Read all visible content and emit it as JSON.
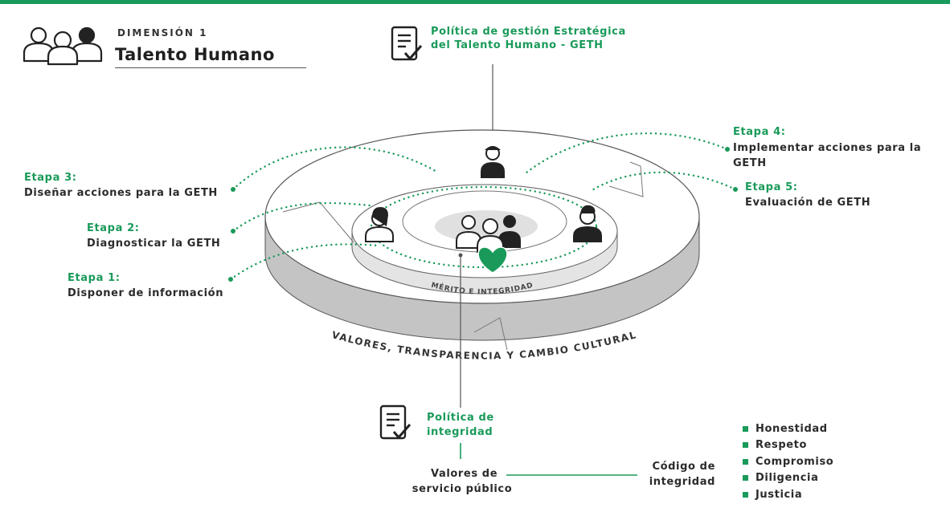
{
  "header": {
    "dimension_label": "DIMENSIÓN 1",
    "title": "Talento Humano"
  },
  "policy_top": {
    "line1": "Política de gestión Estratégica",
    "line2": "del Talento Humano - GETH"
  },
  "stages": [
    {
      "label": "Etapa 1:",
      "text": "Disponer de información"
    },
    {
      "label": "Etapa 2:",
      "text": "Diagnosticar la GETH"
    },
    {
      "label": "Etapa 3:",
      "text": "Diseñar acciones para la GETH"
    },
    {
      "label": "Etapa 4:",
      "text_line1": "Implementar acciones para la",
      "text_line2": "GETH"
    },
    {
      "label": "Etapa 5:",
      "text": "Evaluación de GETH"
    }
  ],
  "rings": {
    "inner_label": "MÉRITO E INTEGRIDAD",
    "outer_label": "VALORES, TRANSPARENCIA Y CAMBIO CULTURAL"
  },
  "policy_integrity": {
    "line1": "Política de",
    "line2": "integridad"
  },
  "public_values": {
    "line1": "Valores de",
    "line2": "servicio público"
  },
  "code": {
    "line1": "Código de",
    "line2": "integridad"
  },
  "values_list": [
    "Honestidad",
    "Respeto",
    "Compromiso",
    "Diligencia",
    "Justicia"
  ],
  "colors": {
    "accent": "#1a9a5a",
    "text": "#2b2b2b",
    "ring_side": "#bdbdbd"
  }
}
